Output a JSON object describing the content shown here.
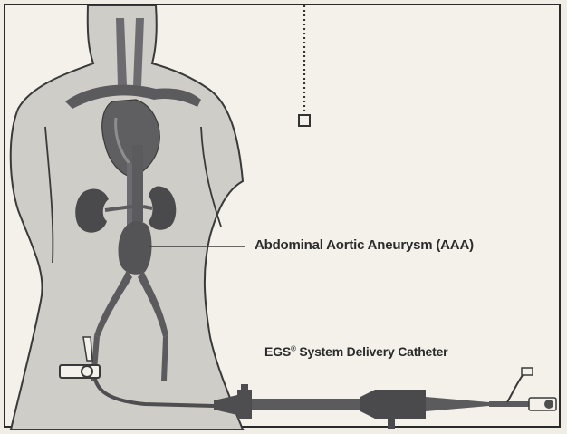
{
  "labels": {
    "aneurysm": "Abdominal Aortic Aneurysm (AAA)",
    "catheter_brand": "EGS",
    "catheter_mark": "®",
    "catheter_rest": " System Delivery Catheter"
  },
  "colors": {
    "body_fill": "#cfcdc8",
    "body_stroke": "#3a3a3a",
    "vessel": "#5b5b5e",
    "kidney": "#4a4a4d",
    "device": "#4e4e50",
    "background": "#f3f1ea"
  }
}
